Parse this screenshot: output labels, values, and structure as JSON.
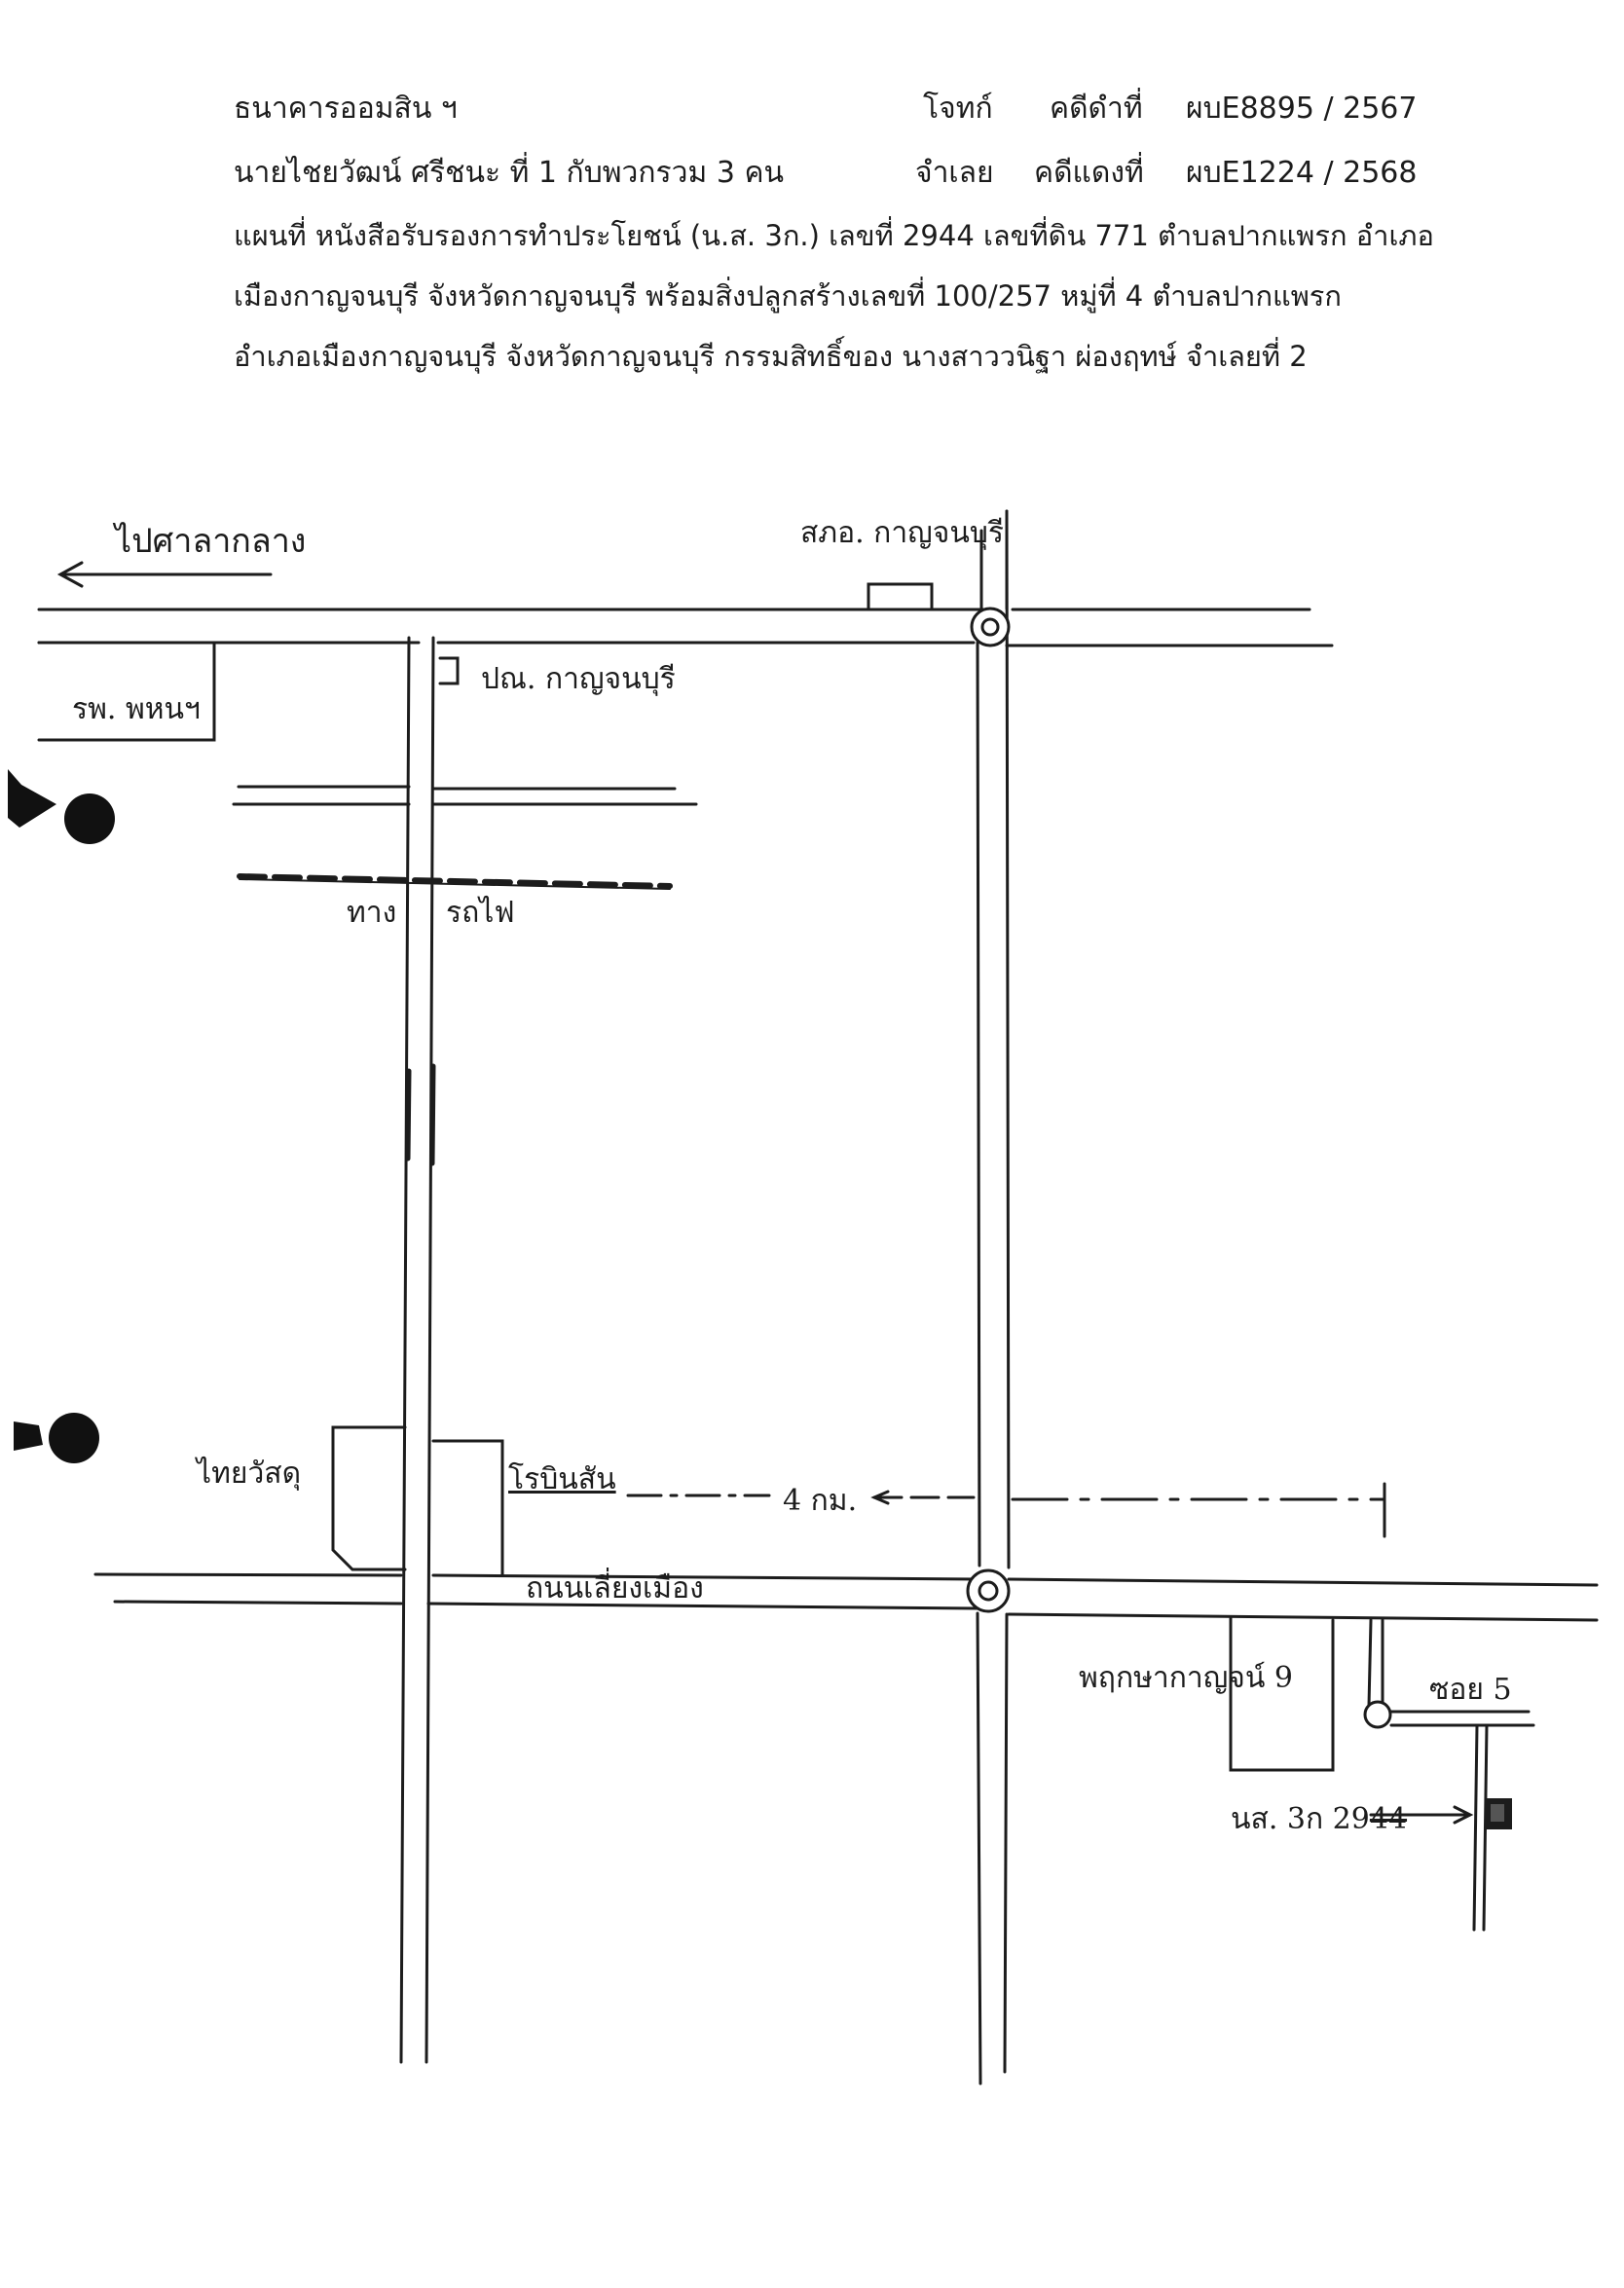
{
  "header": {
    "plaintiff": "ธนาคารออมสิน ฯ",
    "plaintiff_role": "โจทก์",
    "black_case_label": "คดีดำที่",
    "black_case_no": "ผบE8895 / 2567",
    "defendant": "นายไชยวัฒน์ ศรีชนะ ที่ 1 กับพวกรวม 3 คน",
    "defendant_role": "จำเลย",
    "red_case_label": "คดีแดงที่",
    "red_case_no": "ผบE1224 / 2568",
    "line3": "แผนที่ หนังสือรับรองการทำประโยชน์ (น.ส. 3ก.) เลขที่ 2944 เลขที่ดิน 771 ตำบลปากแพรก อำเภอ",
    "line4": "เมืองกาญจนบุรี จังหวัดกาญจนบุรี พร้อมสิ่งปลูกสร้างเลขที่ 100/257 หมู่ที่ 4 ตำบลปากแพรก",
    "line5": "อำเภอเมืองกาญจนบุรี จังหวัดกาญจนบุรี กรรมสิทธิ์ของ นางสาววนิฐา ผ่องฤทษ์ จำเลยที่ 2"
  },
  "map_labels": {
    "to_court": "ไปศาลากลาง",
    "land_office": "สภอ. กาญจนบุรี",
    "hospital": "รพ. พหนฯ",
    "post_office": "ปณ. กาญจนบุรี",
    "railway_1": "ทาง",
    "railway_2": "รถไฟ",
    "thai_watsadu": "ไทยวัสดุ",
    "robinson": "โรบินสัน",
    "distance": "4 กม.",
    "road_name": "ถนนเลี่ยงเมือง",
    "village": "พฤกษากาญจน์ 9",
    "soi": "ซอย 5",
    "parcel_prefix": "นส. 3ก 29",
    "parcel_suffix": "44"
  },
  "colors": {
    "ink": "#1c1c1c",
    "paper": "#ffffff"
  }
}
